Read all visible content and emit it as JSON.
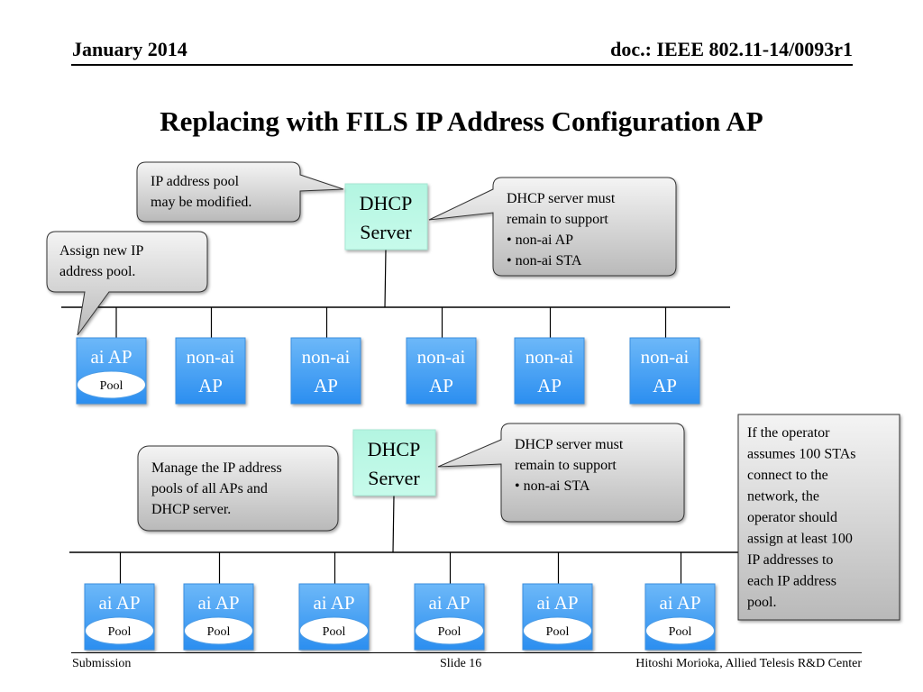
{
  "header": {
    "date": "January 2014",
    "doc_id": "doc.: IEEE 802.11-14/0093r1"
  },
  "title": "Replacing with FILS IP Address Configuration AP",
  "top_network": {
    "server": {
      "line1": "DHCP",
      "line2": "Server"
    },
    "callouts": {
      "pool_modified": [
        "IP address pool",
        "may be modified."
      ],
      "assign_new": [
        "Assign new IP",
        "address pool."
      ],
      "server_must": [
        "DHCP server must",
        "remain to support",
        "• non-ai AP",
        "• non-ai STA"
      ]
    },
    "aps": [
      {
        "type": "ai",
        "line1": "ai AP",
        "pool": "Pool"
      },
      {
        "type": "non-ai",
        "line1": "non-ai",
        "line2": "AP"
      },
      {
        "type": "non-ai",
        "line1": "non-ai",
        "line2": "AP"
      },
      {
        "type": "non-ai",
        "line1": "non-ai",
        "line2": "AP"
      },
      {
        "type": "non-ai",
        "line1": "non-ai",
        "line2": "AP"
      },
      {
        "type": "non-ai",
        "line1": "non-ai",
        "line2": "AP"
      }
    ]
  },
  "bottom_network": {
    "server": {
      "line1": "DHCP",
      "line2": "Server"
    },
    "callouts": {
      "manage_pools": [
        "Manage the IP address",
        "pools of all APs and",
        "DHCP server."
      ],
      "server_must": [
        "DHCP server must",
        "remain to support",
        "• non-ai STA"
      ]
    },
    "aps": [
      {
        "type": "ai",
        "line1": "ai AP",
        "pool": "Pool"
      },
      {
        "type": "ai",
        "line1": "ai AP",
        "pool": "Pool"
      },
      {
        "type": "ai",
        "line1": "ai AP",
        "pool": "Pool"
      },
      {
        "type": "ai",
        "line1": "ai AP",
        "pool": "Pool"
      },
      {
        "type": "ai",
        "line1": "ai AP",
        "pool": "Pool"
      },
      {
        "type": "ai",
        "line1": "ai AP",
        "pool": "Pool"
      }
    ]
  },
  "note": [
    "If the operator",
    "assumes 100 STAs",
    "connect to the",
    "network, the",
    "operator should",
    "assign at least 100",
    "IP addresses to",
    "each IP address",
    "pool."
  ],
  "footer": {
    "left": "Submission",
    "center": "Slide 16",
    "right": "Hitoshi Morioka, Allied Telesis R&D Center"
  },
  "colors": {
    "ap_fill_top": "#6cb6f7",
    "ap_fill_bottom": "#2a8ef0",
    "server_fill": "#b7f7e4",
    "callout_fill_top": "#f2f2f2",
    "callout_fill_bottom": "#bdbdbd"
  }
}
